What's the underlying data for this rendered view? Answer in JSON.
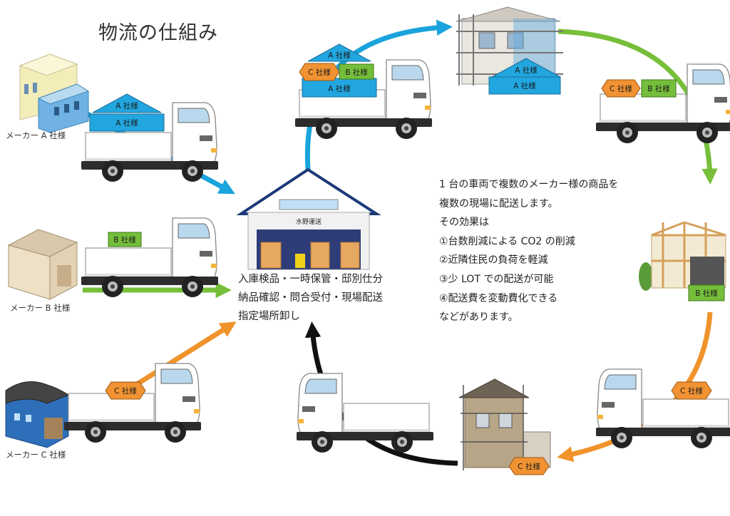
{
  "title": "物流の仕組み",
  "makers": {
    "a": "メーカー A 社様",
    "b": "メーカー B 社様",
    "c": "メーカー C 社様"
  },
  "cargo": {
    "a": "A 社様",
    "b": "B 社様",
    "c": "C 社様"
  },
  "warehouse_sign": "水野運送",
  "hub_services": [
    "入庫検品・一時保管・邸別仕分",
    "納品確認・問合受付・現場配送",
    "指定場所卸し"
  ],
  "description": [
    "1 台の車両で複数のメーカー様の商品を",
    "複数の現場に配送します。",
    "その効果は",
    "①台数削減による CO2 の削減",
    "②近隣住民の負荷を軽減",
    "③少 LOT での配送が可能",
    "④配送費を変動費化できる",
    "などがあります。"
  ],
  "colors": {
    "blue_arrow": "#1aa3dc",
    "green_arrow": "#77bf3a",
    "orange_arrow": "#f0932b",
    "black_arrow": "#111111",
    "cargo_blue": "#22a6df",
    "cargo_green": "#75be3b",
    "cargo_orange": "#f19233"
  }
}
